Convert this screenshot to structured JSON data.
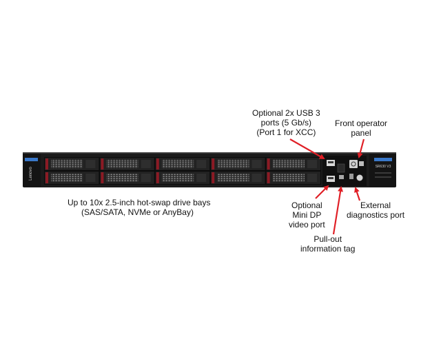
{
  "brand_text": "Lenovo",
  "model_badge": "SR630 V3",
  "drive_bays": {
    "count": 10,
    "columns": 5,
    "rows": 2
  },
  "callouts": {
    "usb": [
      "Optional 2x USB 3",
      "ports (5 Gb/s)",
      "(Port 1 for XCC)"
    ],
    "front_operator_panel": [
      "Front operator",
      "panel"
    ],
    "drive_bays": [
      "Up to 10x 2.5-inch hot-swap drive bays",
      "(SAS/SATA, NVMe or AnyBay)"
    ],
    "mini_dp": [
      "Optional",
      "Mini DP",
      "video port"
    ],
    "diagnostics": [
      "External",
      "diagnostics port"
    ],
    "info_tag": [
      "Pull-out",
      "information tag"
    ]
  },
  "colors": {
    "chassis": "#1b1b1b",
    "bay_accent": "#8c1a24",
    "ear_blue": "#3a78c9",
    "arrow": "#e01f26"
  }
}
